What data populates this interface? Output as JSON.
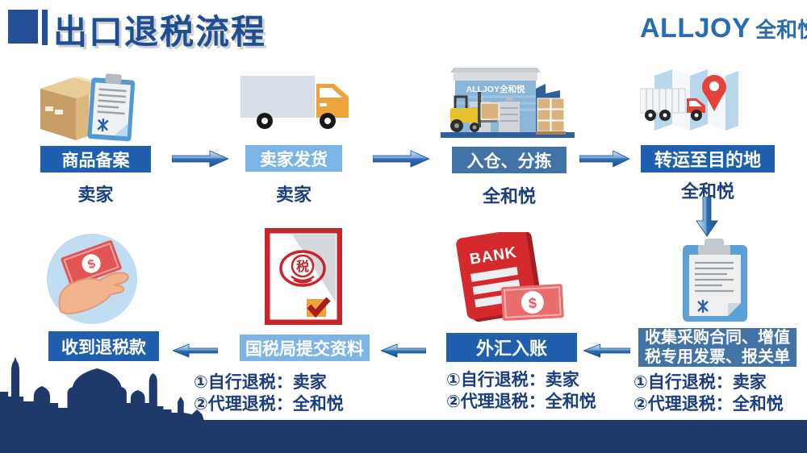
{
  "header": {
    "title": "出口退税流程",
    "logo_en": "ALLJOY",
    "logo_cn": "全和悦"
  },
  "palette": {
    "primary_dark": "#1f5fad",
    "primary_medium": "#4273a7",
    "primary_light": "#7cb5e5",
    "navy_text": "#1c3e7c",
    "title_blue": "#1e4f93",
    "logo_blue": "#2a6cb0",
    "footer_navy": "#1e3a6b",
    "arrow_blue": "#2f6db5",
    "red": "#d42a2e",
    "orange": "#eda23b"
  },
  "row1": [
    {
      "label": "商品备案",
      "owner": "卖家",
      "icon": "box-clipboard-icon"
    },
    {
      "label": "卖家发货",
      "owner": "卖家",
      "icon": "delivery-truck-icon"
    },
    {
      "label": "入仓、分拣",
      "owner": "全和悦",
      "icon": "warehouse-forklift-icon"
    },
    {
      "label": "转运至目的地",
      "owner": "全和悦",
      "icon": "map-destination-truck-icon"
    }
  ],
  "row2": [
    {
      "label": "收到退税款",
      "icon": "hand-receiving-money-icon"
    },
    {
      "label": "国税局提交资料",
      "icon": "tax-bureau-document-icon",
      "notes": {
        "n1": "①自行退税：卖家",
        "n2": "②代理退税：全和悦"
      }
    },
    {
      "label": "外汇入账",
      "icon": "bank-passbook-money-icon",
      "notes": {
        "n1": "①自行退税：卖家",
        "n2": "②代理退税：全和悦"
      }
    },
    {
      "label_line1": "收集采购合同、增值",
      "label_line2": "税专用发票、报关单",
      "icon": "documents-clipboard-icon",
      "notes": {
        "n1": "①自行退税：卖家",
        "n2": "②代理退税：全和悦"
      }
    }
  ],
  "icon_text": {
    "warehouse_sign": "ALLJOY全和悦",
    "bank_label": "BANK",
    "dollar": "$",
    "tax_char": "税"
  }
}
